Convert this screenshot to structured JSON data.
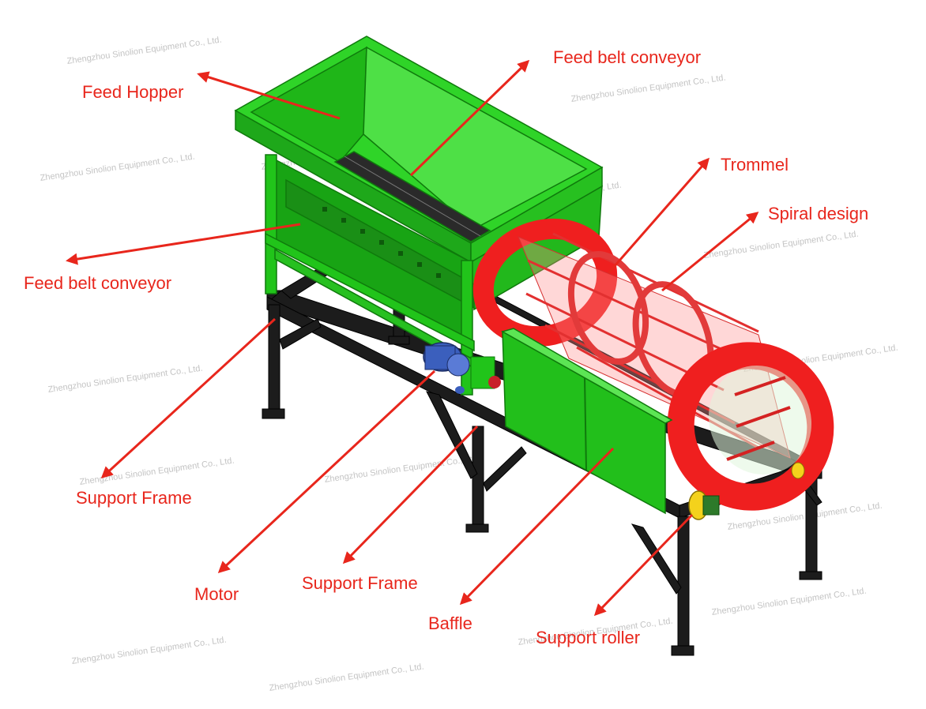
{
  "colors": {
    "frame_green": "#21c41a",
    "frame_green_dark": "#0f7a0c",
    "drum_red": "#ef1f1f",
    "steel_black": "#1c1c1c",
    "motor_blue": "#3b5fbd",
    "roller_yellow": "#f4d21c",
    "label_red": "#e8261c",
    "watermark_gray": "#b9b9b9"
  },
  "labels": {
    "feed_hopper": "Feed Hopper",
    "feed_belt_conveyor_top": "Feed belt conveyor",
    "feed_belt_conveyor_left": "Feed belt conveyor",
    "trommel": "Trommel",
    "spiral_design": "Spiral design",
    "support_frame_left": "Support Frame",
    "motor": "Motor",
    "support_frame_center": "Support Frame",
    "baffle": "Baffle",
    "support_roller": "Support roller"
  },
  "watermark": "Zhengzhou Sinolion Equipment Co., Ltd."
}
